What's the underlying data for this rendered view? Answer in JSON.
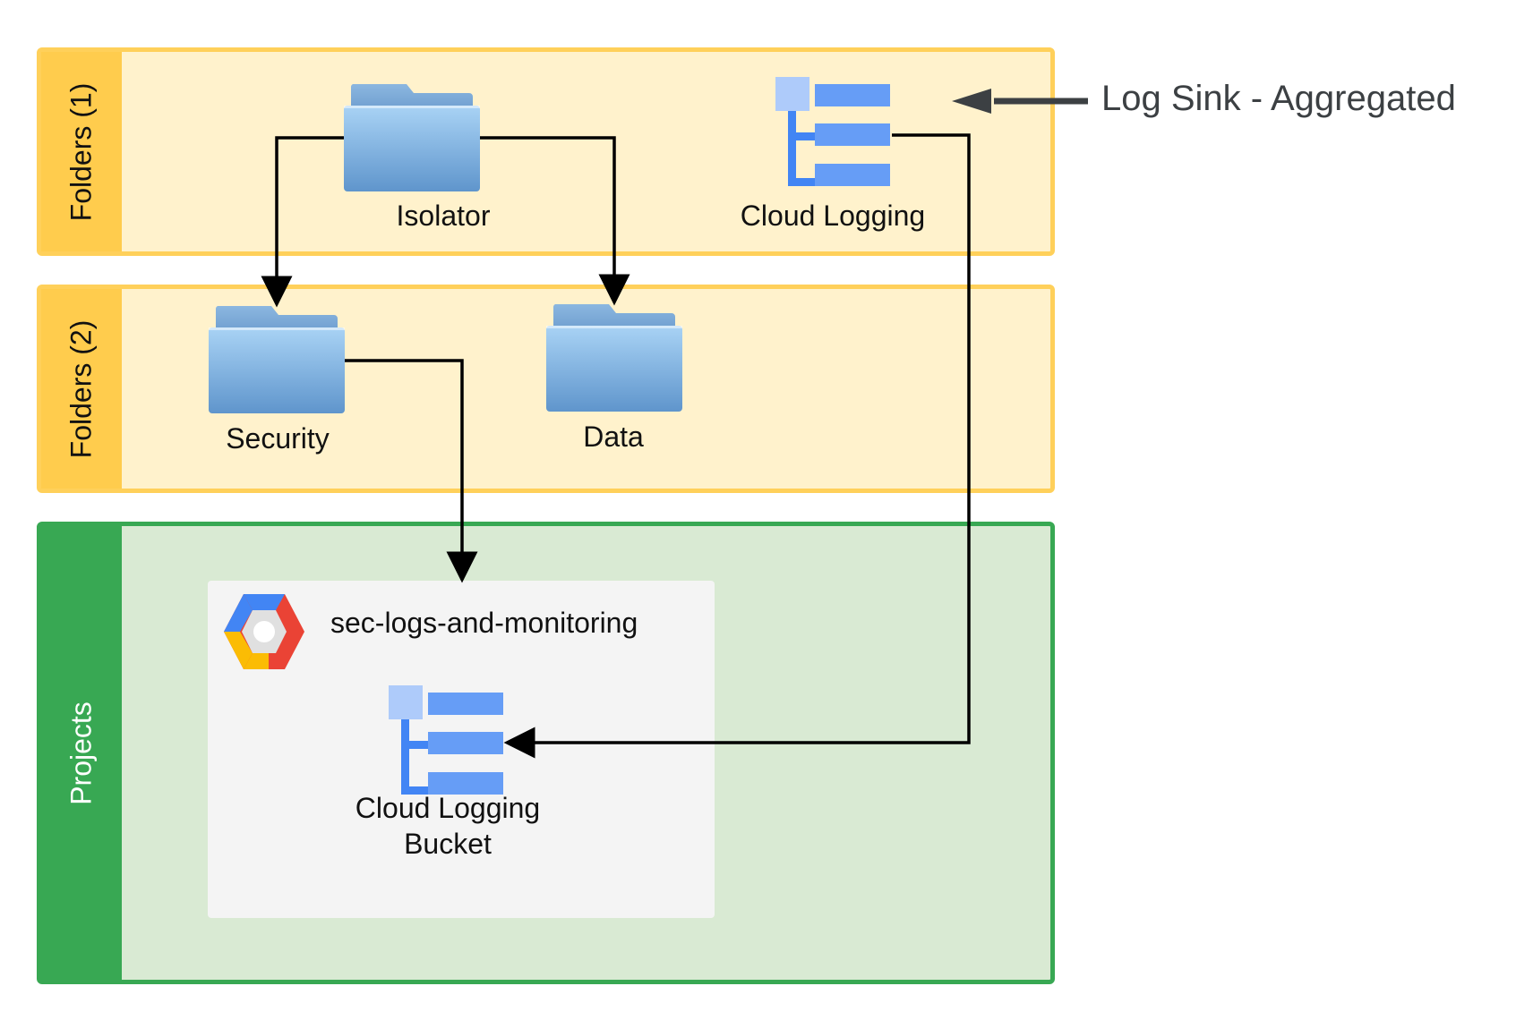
{
  "lanes": {
    "folders1": "Folders (1)",
    "folders2": "Folders (2)",
    "projects": "Projects"
  },
  "nodes": {
    "isolator": "Isolator",
    "cloud_logging": "Cloud Logging",
    "security": "Security",
    "data": "Data",
    "project": "sec-logs-and-monitoring",
    "bucket_line1": "Cloud Logging",
    "bucket_line2": "Bucket"
  },
  "annotation": "Log Sink - Aggregated",
  "icons": [
    "folder-icon",
    "cloud-logging-icon",
    "google-cloud-project-icon"
  ],
  "colors": {
    "yellow_fill": "#fff2cc",
    "yellow_border": "#ffd05a",
    "green_fill": "#d9ead3",
    "green_border": "#38a853",
    "logging_blue": "#669df6",
    "logging_dark_blue": "#4285f4"
  }
}
